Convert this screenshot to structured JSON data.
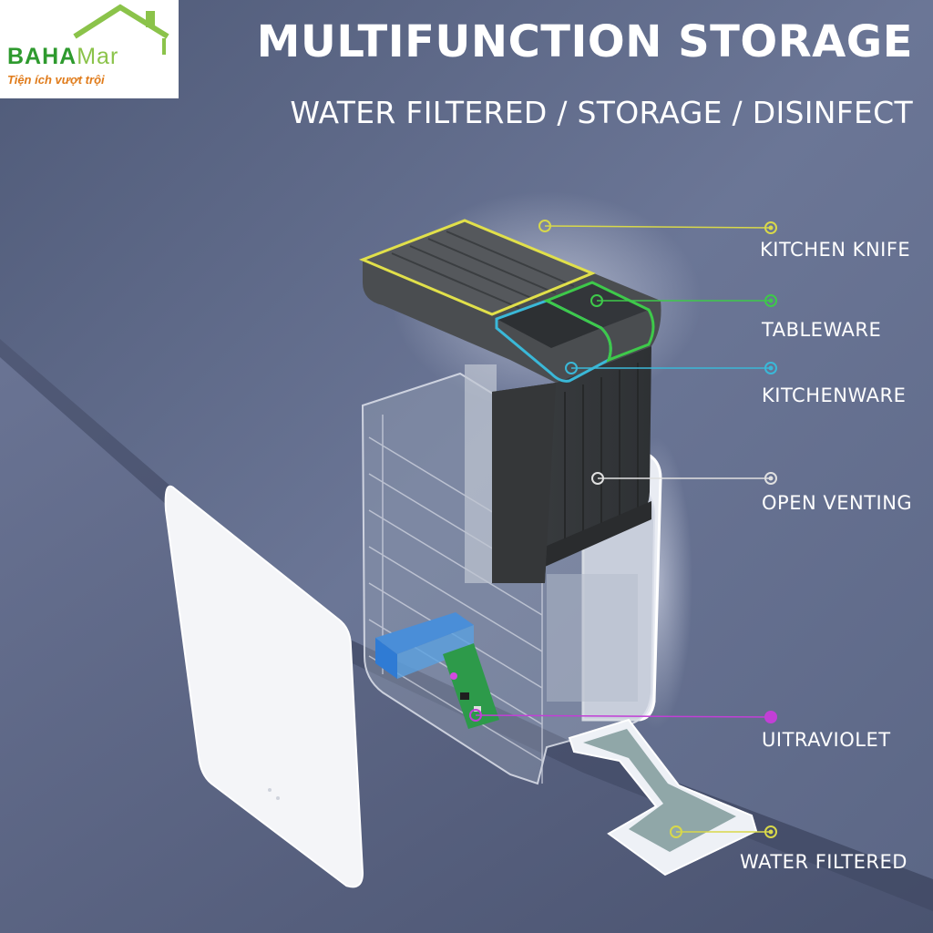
{
  "logo": {
    "text_main": "BAHA",
    "text_secondary": "Mar",
    "slogan": "Tiện ích vượt trội",
    "accent_green": "#2e9a2e",
    "accent_orange": "#e07b1a"
  },
  "header": {
    "title": "MULTIFUNCTION STORAGE",
    "subtitle": "WATER FILTERED / STORAGE / DISINFECT"
  },
  "callouts": [
    {
      "label": "KITCHEN KNIFE",
      "color": "#d8d84a"
    },
    {
      "label": "TABLEWARE",
      "color": "#3ec94a"
    },
    {
      "label": "KITCHENWARE",
      "color": "#3ab8d8"
    },
    {
      "label": "OPEN VENTING",
      "color": "#e0e0e0"
    },
    {
      "label": "UITRAVIOLET",
      "color": "#c23fd6"
    },
    {
      "label": "WATER FILTERED",
      "color": "#d8d84a"
    }
  ]
}
